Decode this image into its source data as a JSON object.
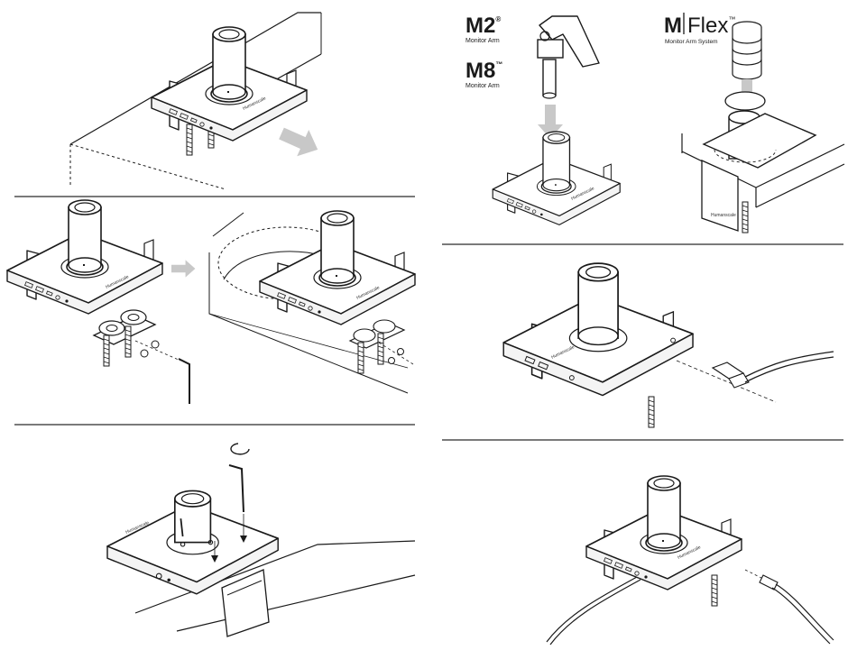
{
  "branding": {
    "m2": {
      "name": "M2",
      "mark": "®",
      "subtitle": "Monitor Arm"
    },
    "m8": {
      "name": "M8",
      "mark": "™",
      "subtitle": "Monitor Arm"
    },
    "mflex": {
      "name_left": "M",
      "name_right": "Flex",
      "mark": "™",
      "subtitle": "Monitor Arm System"
    }
  },
  "device_label": "Humanscale",
  "colors": {
    "stroke": "#1a1a1a",
    "arrow": "#c8c8c8",
    "divider": "#2a2a2a",
    "background": "#ffffff"
  }
}
